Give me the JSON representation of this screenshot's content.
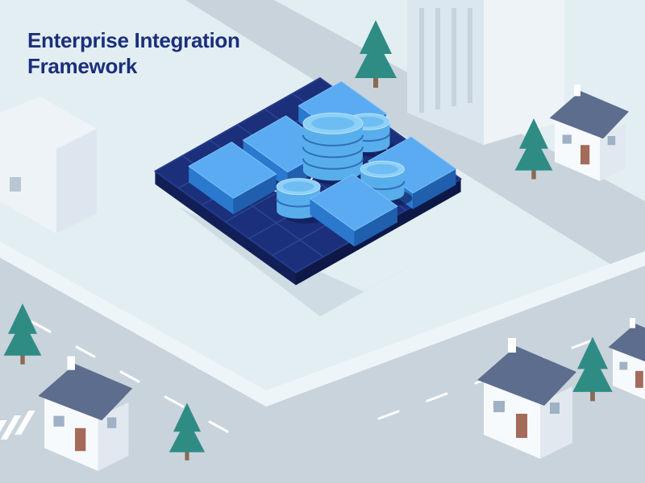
{
  "title": {
    "line1": "Enterprise Integration",
    "line2": "Framework"
  },
  "colors": {
    "background": "#e3eef3",
    "road": "#c9d3dc",
    "sidewalk": "#eef5f8",
    "platform": "#1b2f7a",
    "platform_edge": "#121f57",
    "grid_line": "#2d4596",
    "module_top": "#5aabf2",
    "module_side": "#2b78cf",
    "database_top": "#8fd0f7",
    "database_side": "#58aeea",
    "connector": "#ffffff",
    "title": "#1b2f7a",
    "tree": "#2f8c84",
    "roof": "#5d6d8e",
    "wall": "#f7fafc"
  },
  "diagram": {
    "nodes": [
      {
        "id": "module-top",
        "type": "module"
      },
      {
        "id": "module-upper-left",
        "type": "module"
      },
      {
        "id": "module-left",
        "type": "module"
      },
      {
        "id": "module-right",
        "type": "module"
      },
      {
        "id": "module-bottom",
        "type": "module"
      },
      {
        "id": "database-center",
        "type": "database"
      },
      {
        "id": "database-upper-right",
        "type": "database"
      },
      {
        "id": "database-lower-left",
        "type": "database"
      },
      {
        "id": "database-lower-right",
        "type": "database"
      }
    ],
    "edges": [
      [
        "database-center",
        "module-top"
      ],
      [
        "database-center",
        "module-upper-left"
      ],
      [
        "database-center",
        "database-upper-right"
      ],
      [
        "database-center",
        "database-lower-left"
      ],
      [
        "database-center",
        "database-lower-right"
      ],
      [
        "module-top",
        "database-upper-right"
      ],
      [
        "database-upper-right",
        "module-right"
      ],
      [
        "module-left",
        "database-lower-left"
      ],
      [
        "module-right",
        "database-lower-right"
      ],
      [
        "database-lower-right",
        "module-bottom"
      ]
    ]
  },
  "icons": [
    "tree-icon",
    "house-icon",
    "building-icon",
    "database-icon",
    "module-icon",
    "connector-node-icon"
  ]
}
